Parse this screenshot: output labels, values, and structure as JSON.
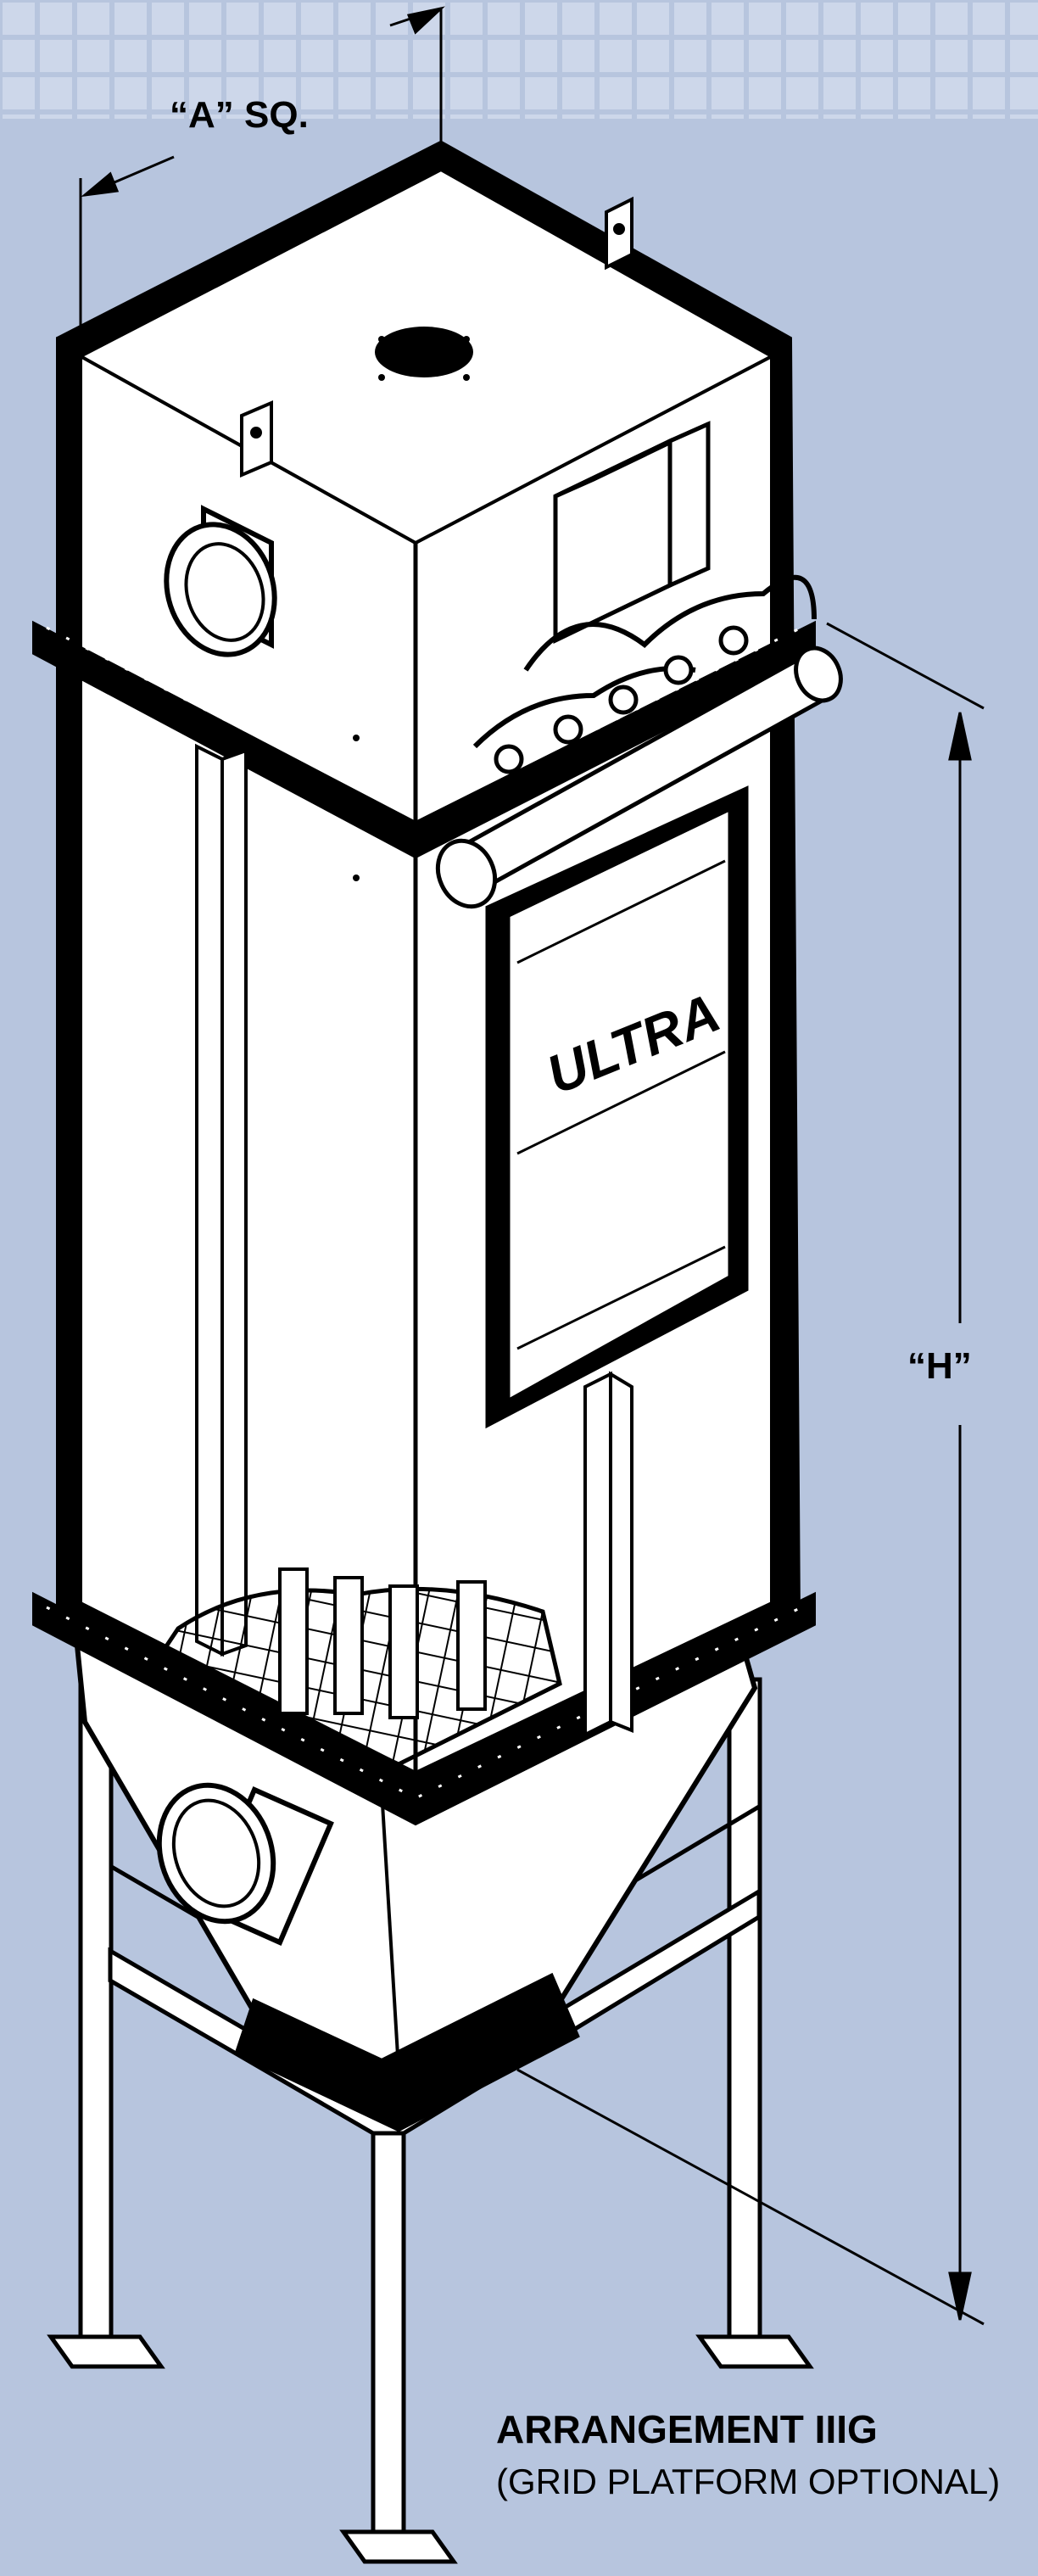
{
  "labels": {
    "dim_a": "“A” SQ.",
    "dim_h": "“H”",
    "brand": "ULTRA",
    "title": "ARRANGEMENT IIIG",
    "subtitle": "(GRID PLATFORM OPTIONAL)"
  },
  "colors": {
    "background": "#b7c5de",
    "grid_band": "#cdd7ea",
    "outline": "#000000",
    "body_fill": "#ffffff"
  }
}
